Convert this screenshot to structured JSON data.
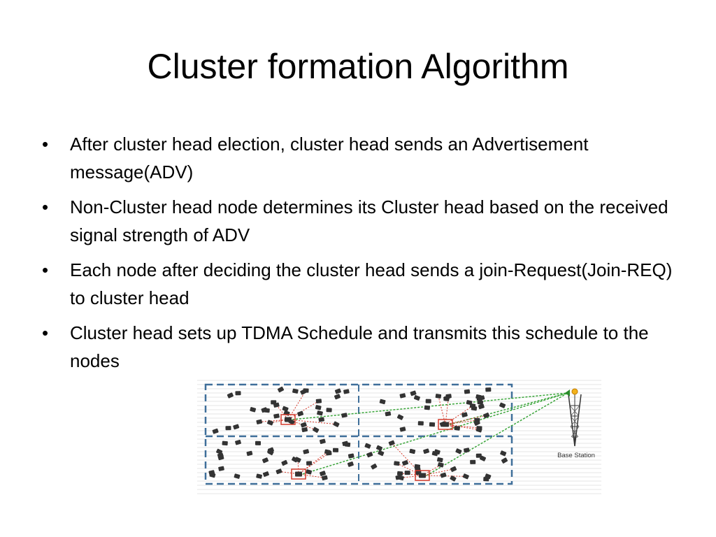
{
  "slide": {
    "title": "Cluster formation Algorithm",
    "bullets": [
      "After cluster head election, cluster head sends an Advertisement message(ADV)",
      "Non-Cluster head node determines its Cluster head based on the received signal strength of ADV",
      "Each node after deciding the cluster head sends a join-Request(Join-REQ) to cluster head",
      "Cluster head sets up TDMA Schedule and transmits this schedule to the nodes"
    ]
  },
  "figure": {
    "base_station_label": "Base Station",
    "colors": {
      "boundary": "#3f6f9a",
      "join_arrow": "#d33a2c",
      "link_to_base": "#3aa53a",
      "node": "#333333"
    }
  }
}
